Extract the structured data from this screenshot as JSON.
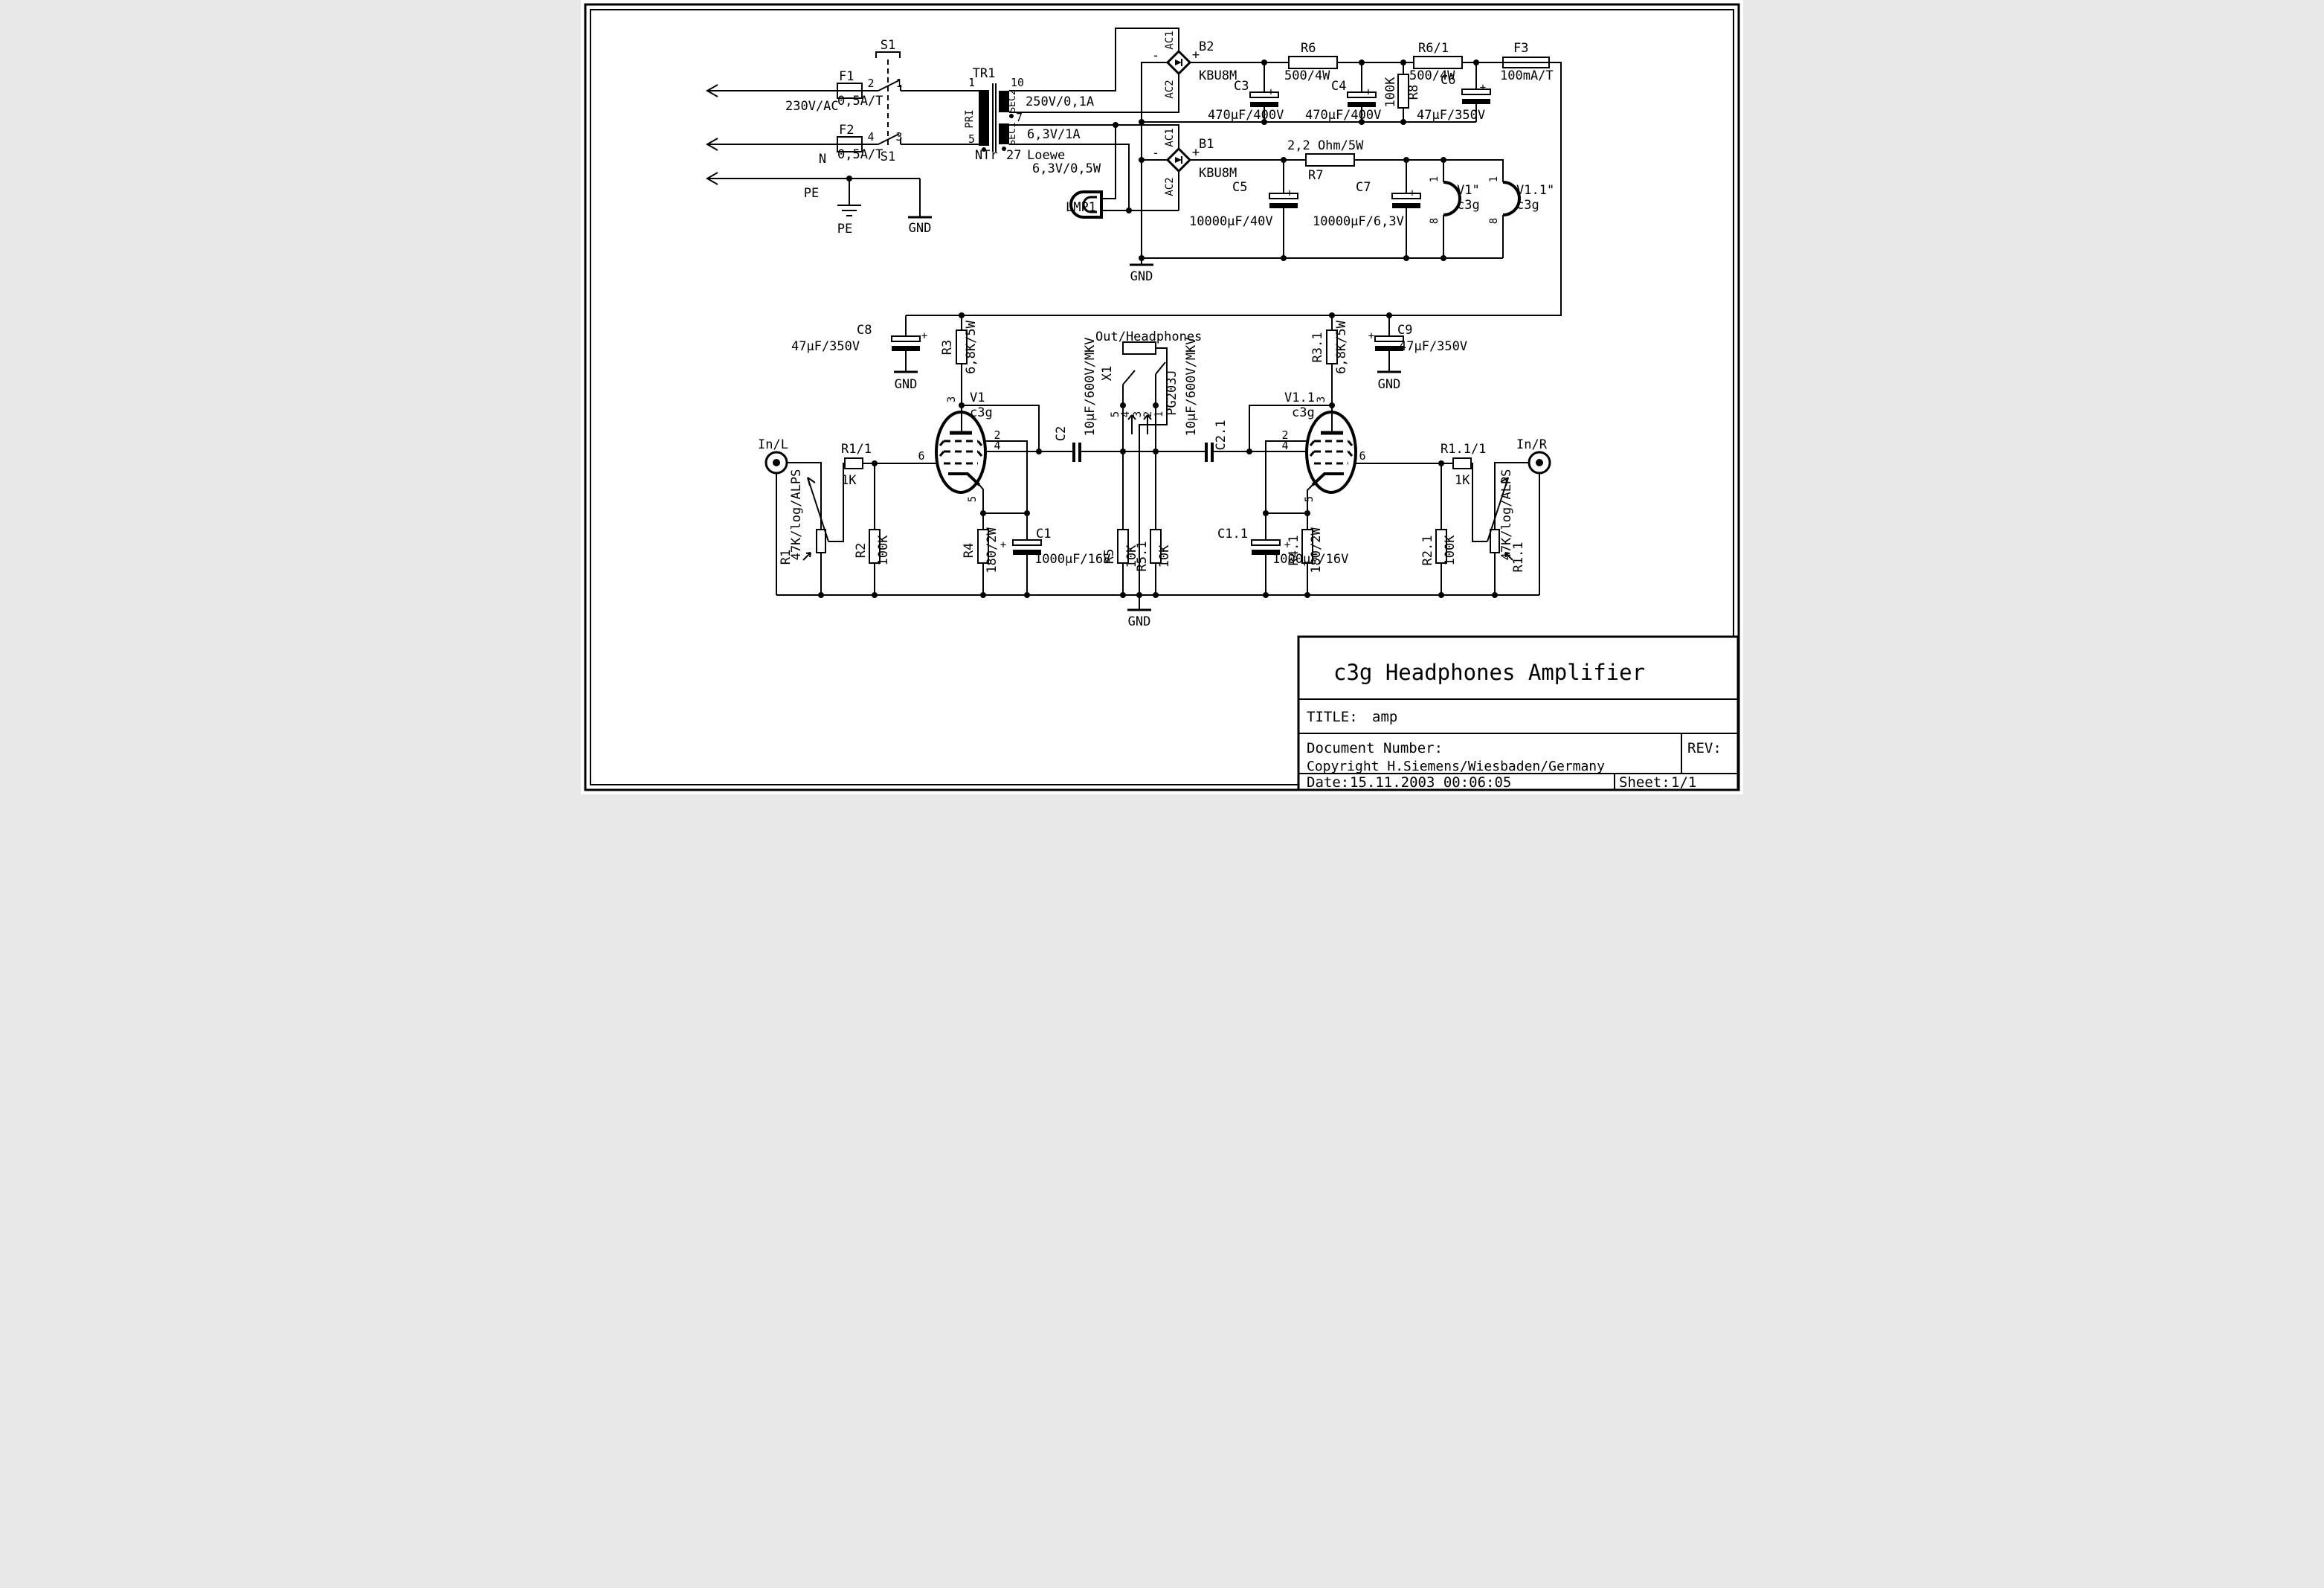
{
  "title_block": {
    "title": "c3g Headphones Amplifier",
    "title_label": "TITLE:",
    "title_value": "amp",
    "doc_label": "Document Number:",
    "rev_label": "REV:",
    "copyright": "Copyright H.Siemens/Wiesbaden/Germany",
    "date_label": "Date:",
    "date_value": "15.11.2003 00:06:05",
    "sheet_label": "Sheet:",
    "sheet_value": "1/1"
  },
  "labels": {
    "s1": "S1",
    "mains_voltage": "230V/AC",
    "f1": "F1",
    "f2": "F2",
    "fuse_value": "0,5A/T",
    "n": "N",
    "pe": "PE",
    "gnd": "GND",
    "tr1": "TR1",
    "pri": "PRI",
    "sec2": "SEC2",
    "sec1": "SEC1",
    "sec2_rating": "250V/0,1A",
    "sec1_rating": "6,3V/1A",
    "ntr": "NTr",
    "n27": "27",
    "loewe": "Loewe",
    "b2": "B2",
    "b1": "B1",
    "kbu8m": "KBU8M",
    "ac1": "AC1",
    "ac2": "AC2",
    "plus": "+",
    "minus": "-",
    "lamp_rating": "6,3V/0,5W",
    "lmp1": "LMP1",
    "c3": "C3",
    "c4": "C4",
    "cap_470": "470µF/400V",
    "r6": "R6",
    "r61": "R6/1",
    "r500": "500/4W",
    "r8": "R8",
    "v100k": "100K",
    "c6": "C6",
    "cap_47": "47µF/350V",
    "f3": "F3",
    "f3_value": "100mA/T",
    "r7": "R7",
    "r7_value": "2,2 Ohm/5W",
    "c5": "C5",
    "c5_value": "10000µF/40V",
    "c7": "C7",
    "c7_value": "10000µF/6,3V",
    "v1h": "V1\"",
    "v11h": "V1.1\"",
    "c3g": "c3g",
    "c8": "C8",
    "c9": "C9",
    "r3": "R3",
    "r31": "R3.1",
    "r68k": "6,8K/5W",
    "v1": "V1",
    "v11": "V1.1",
    "out_headphones": "Out/Headphones",
    "x1": "X1",
    "pg203j": "PG203J",
    "cap_10uf": "10µF/600V/MKV",
    "c2": "C2",
    "c21": "C2.1",
    "inl": "In/L",
    "inr": "In/R",
    "r1": "R1",
    "r11": "R1.1",
    "pot_value": "47K/log/ALPS",
    "r1_1": "R1/1",
    "r11_1": "R1.1/1",
    "v1k": "1K",
    "r2": "R2",
    "r21": "R2.1",
    "v100k2": "100K",
    "r5": "R5",
    "r51": "R5.1",
    "v10k": "10K",
    "r4": "R4",
    "r41": "R4.1",
    "v180": "180/2W",
    "c1": "C1",
    "c11": "C1.1",
    "cap_1000": "1000µF/16V",
    "p1": "1",
    "p2": "2",
    "p3": "3",
    "p4": "4",
    "p5": "5",
    "p6": "6",
    "p7": "7",
    "p8": "8",
    "p10": "10"
  }
}
